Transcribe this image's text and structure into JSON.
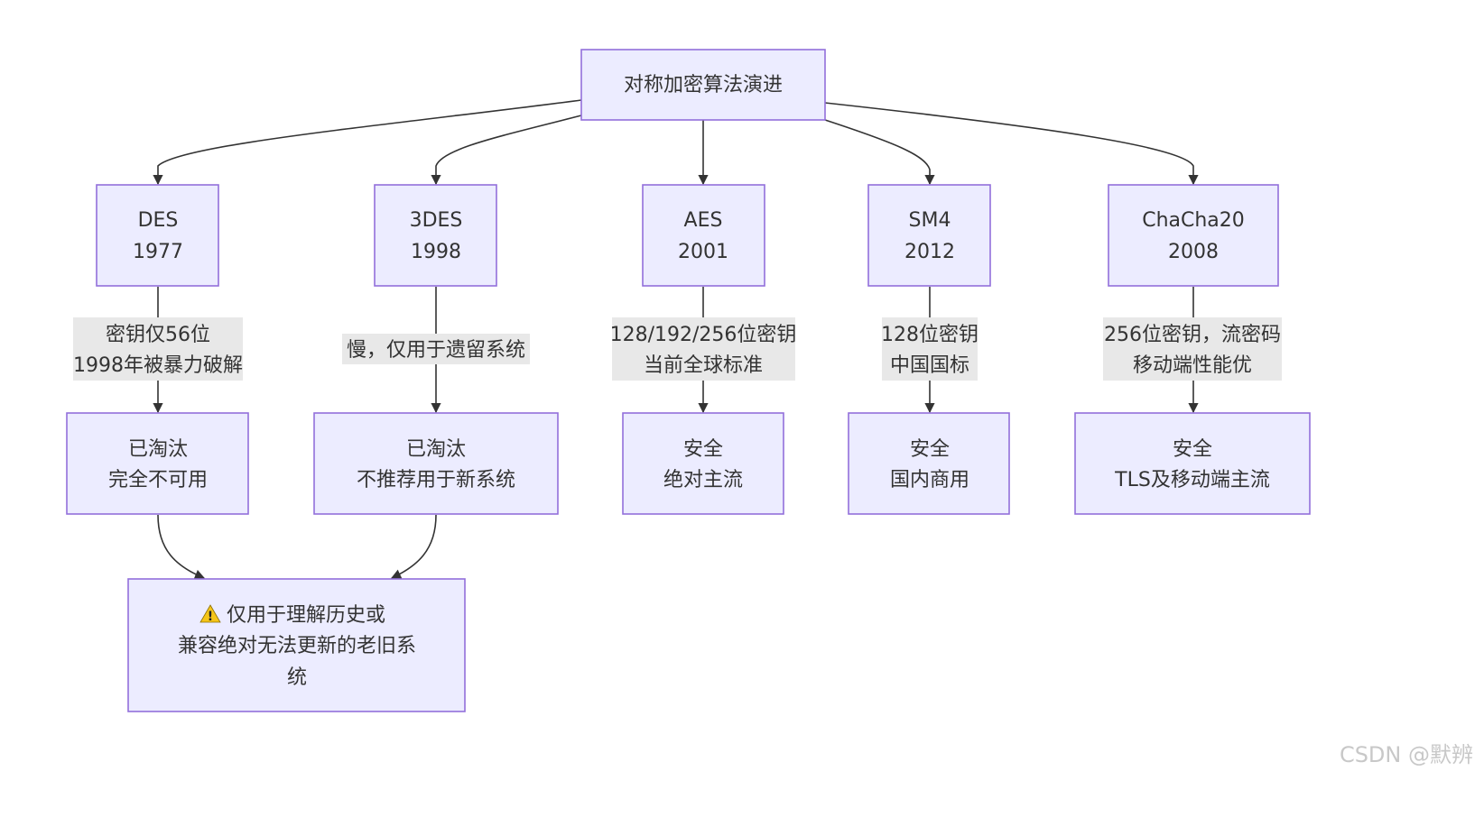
{
  "diagram": {
    "root": {
      "lines": [
        "对称加密算法演进"
      ]
    },
    "algorithms": [
      {
        "name": "DES",
        "year": "1977",
        "edge_label": [
          "密钥仅56位",
          "1998年被暴力破解"
        ],
        "status": [
          "已淘汰",
          "完全不可用"
        ]
      },
      {
        "name": "3DES",
        "year": "1998",
        "edge_label": [
          "慢，仅用于遗留系统"
        ],
        "status": [
          "已淘汰",
          "不推荐用于新系统"
        ]
      },
      {
        "name": "AES",
        "year": "2001",
        "edge_label": [
          "128/192/256位密钥",
          "当前全球标准"
        ],
        "status": [
          "安全",
          "绝对主流"
        ]
      },
      {
        "name": "SM4",
        "year": "2012",
        "edge_label": [
          "128位密钥",
          "中国国标"
        ],
        "status": [
          "安全",
          "国内商用"
        ]
      },
      {
        "name": "ChaCha20",
        "year": "2008",
        "edge_label": [
          "256位密钥，流密码",
          "移动端性能优"
        ],
        "status": [
          "安全",
          "TLS及移动端主流"
        ]
      }
    ],
    "warning": {
      "icon": "warning-icon",
      "lines": [
        "仅用于理解历史或",
        "兼容绝对无法更新的老旧系",
        "统"
      ]
    }
  },
  "colors": {
    "node_fill": "#ececff",
    "node_border": "#9370db",
    "edge": "#333333",
    "label_bg": "#e8e8e8",
    "watermark": "#c8c8c8"
  },
  "watermark": "CSDN @默辨"
}
